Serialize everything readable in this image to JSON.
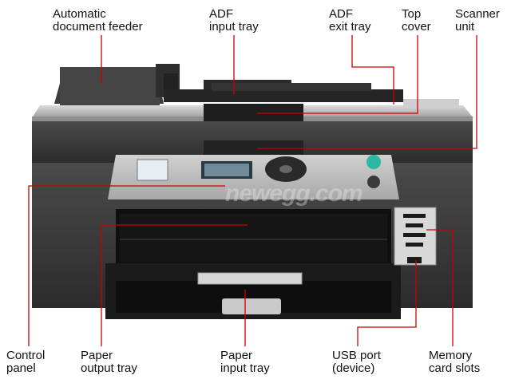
{
  "callouts": [
    {
      "id": "adf",
      "label": "Automatic\ndocument feeder"
    },
    {
      "id": "adf-input",
      "label": "ADF\ninput tray"
    },
    {
      "id": "adf-exit",
      "label": "ADF\nexit tray"
    },
    {
      "id": "top-cover",
      "label": "Top\ncover"
    },
    {
      "id": "scanner",
      "label": "Scanner\nunit"
    },
    {
      "id": "control-panel",
      "label": "Control\npanel"
    },
    {
      "id": "paper-output",
      "label": "Paper\noutput tray"
    },
    {
      "id": "paper-input",
      "label": "Paper\ninput tray"
    },
    {
      "id": "usb",
      "label": "USB port\n(device)"
    },
    {
      "id": "memory",
      "label": "Memory\ncard slots"
    }
  ],
  "watermark": "newegg.com",
  "colors": {
    "leader": "#cc0000",
    "body": "#3a3a3a",
    "silver": "#b8b8b8",
    "label": "#111111"
  }
}
